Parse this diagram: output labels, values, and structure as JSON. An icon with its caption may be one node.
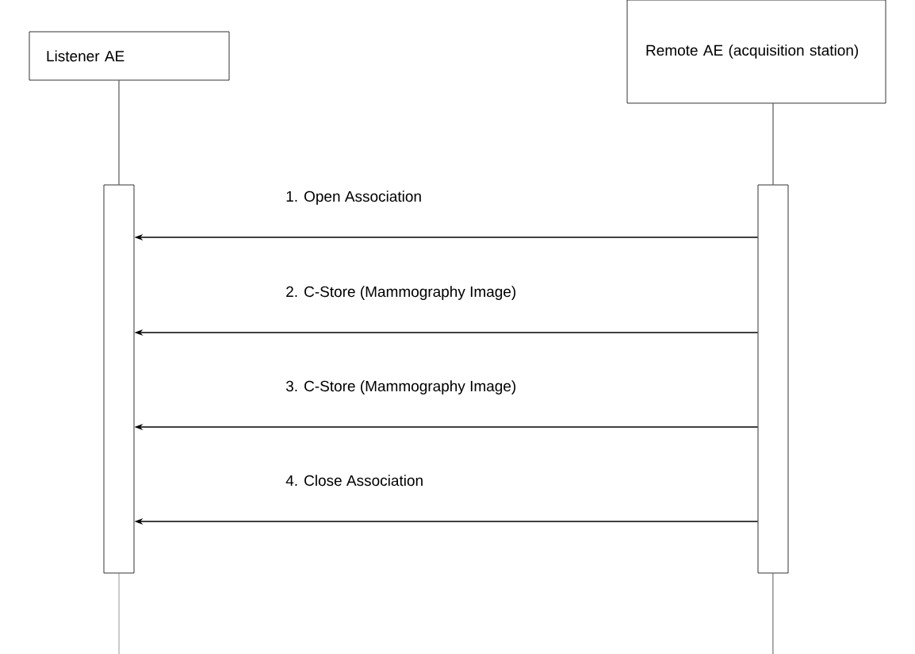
{
  "diagram": {
    "nodes": [
      {
        "text": [
          "Listener AE"
        ]
      },
      {
        "text": [
          "Remote AE (acquisition station)"
        ]
      },
      {
        "text": [],
        "shape": "bar"
      },
      {
        "text": [],
        "shape": "bar"
      }
    ],
    "edges": [
      {
        "from": 0,
        "to": 2,
        "arrow": "none"
      },
      {
        "from": 2,
        "to": null,
        "arrow": "none"
      },
      {
        "from": 1,
        "to": 3,
        "arrow": "none"
      },
      {
        "from": 3,
        "to": null,
        "arrow": "none"
      },
      {
        "from": 3,
        "to": 2,
        "arrow": "to",
        "label": "1. Open Association"
      },
      {
        "from": 3,
        "to": 2,
        "arrow": "to",
        "label": "2. C-Store (Mammography Image)"
      },
      {
        "from": 3,
        "to": 2,
        "arrow": "to",
        "label": "3. C-Store (Mammography Image)"
      },
      {
        "from": 3,
        "to": 2,
        "arrow": "to",
        "label": "4. Close Association"
      }
    ]
  }
}
